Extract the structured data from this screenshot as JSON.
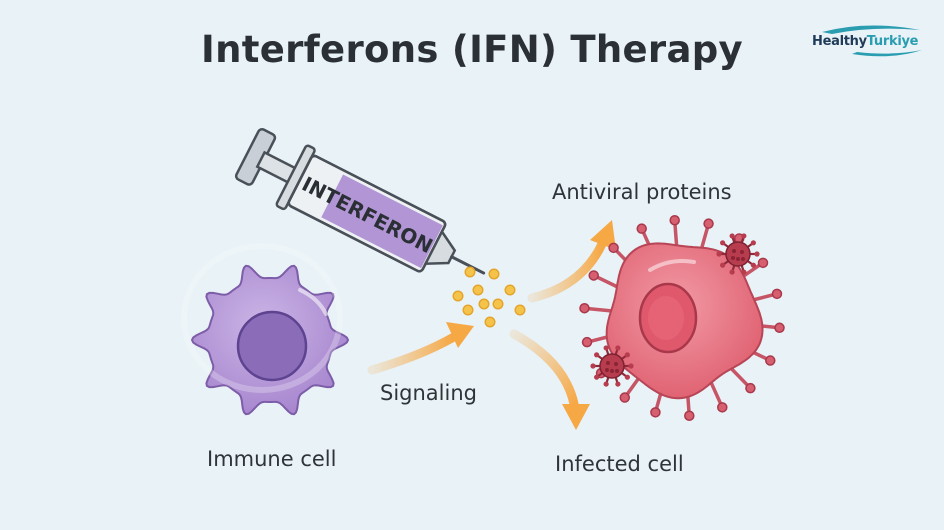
{
  "title": "Interferons (IFN) Therapy",
  "logo": {
    "part1": "Healthy",
    "part2": "Turkiye"
  },
  "syringe": {
    "label": "INTERFERON"
  },
  "labels": {
    "immune_cell": "Immune cell",
    "signaling": "Signaling",
    "antiviral_proteins": "Antiviral proteins",
    "infected_cell": "Infected cell"
  },
  "colors": {
    "background": "#e8f2f7",
    "immune_cell": "#b497d6",
    "infected_cell": "#e8707f",
    "virus": "#b63c4e",
    "interferon_particles": "#f5c24a",
    "arrows": "#f6b560"
  }
}
